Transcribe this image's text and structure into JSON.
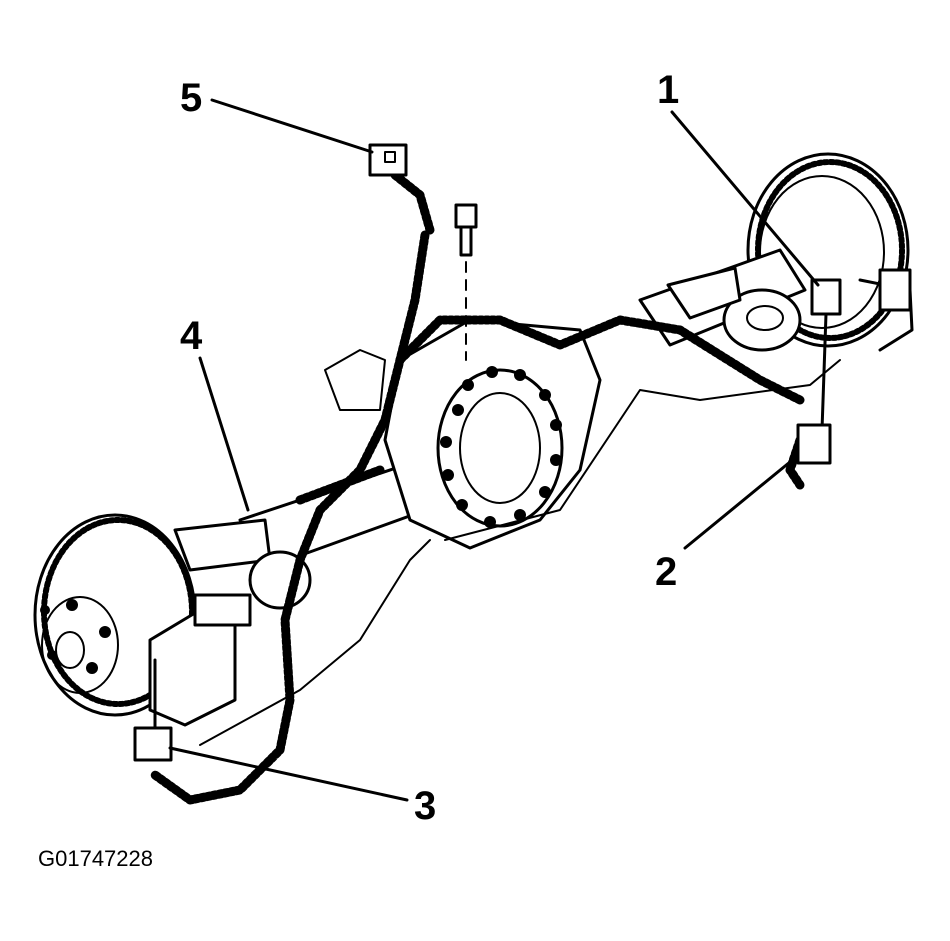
{
  "figure_id": "G01747228",
  "callouts": {
    "c1": "1",
    "c2": "2",
    "c3": "3",
    "c4": "4",
    "c5": "5"
  },
  "colors": {
    "ink": "#000000",
    "background": "#ffffff"
  }
}
